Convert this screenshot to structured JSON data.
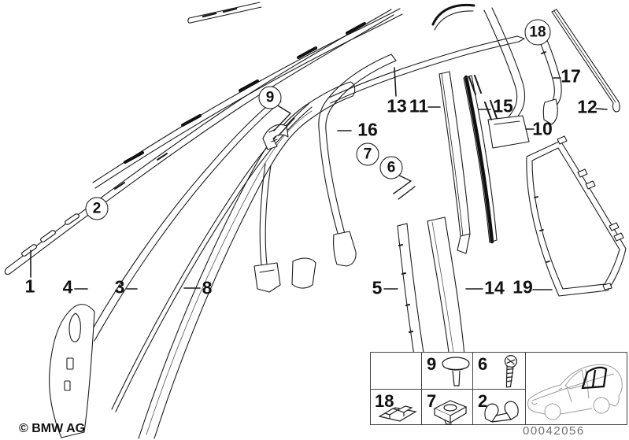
{
  "footer": {
    "copyright": "© BMW AG",
    "part_number": "00042056"
  },
  "diagram": {
    "description": "Exploded parts drawing of door window frame mouldings and trims",
    "labels": [
      {
        "text": "1",
        "circled": false
      },
      {
        "text": "2",
        "circled": true
      },
      {
        "text": "3",
        "circled": false
      },
      {
        "text": "4",
        "circled": false
      },
      {
        "text": "5",
        "circled": false
      },
      {
        "text": "6",
        "circled": true
      },
      {
        "text": "7",
        "circled": true
      },
      {
        "text": "8",
        "circled": false
      },
      {
        "text": "9",
        "circled": true
      },
      {
        "text": "10",
        "circled": false
      },
      {
        "text": "11",
        "circled": false
      },
      {
        "text": "12",
        "circled": false
      },
      {
        "text": "13",
        "circled": false
      },
      {
        "text": "14",
        "circled": false
      },
      {
        "text": "15",
        "circled": false
      },
      {
        "text": "16",
        "circled": false
      },
      {
        "text": "17",
        "circled": false
      },
      {
        "text": "18",
        "circled": true
      },
      {
        "text": "19",
        "circled": false
      }
    ]
  },
  "legend": {
    "items": [
      {
        "number": "9",
        "icon": "push-rivet-icon"
      },
      {
        "number": "6",
        "icon": "screw-icon"
      },
      {
        "number": "18",
        "icon": "sheet-clip-icon"
      },
      {
        "number": "7",
        "icon": "nut-clip-icon"
      },
      {
        "number": "2",
        "icon": "spring-clip-icon"
      }
    ],
    "car": {
      "icon": "car-rear-window-highlight-icon"
    }
  },
  "colors": {
    "line": "#1c1c1c",
    "dark_fill": "#111111",
    "muted_text": "#6f6f6f",
    "car_line": "#9a9a9a"
  }
}
